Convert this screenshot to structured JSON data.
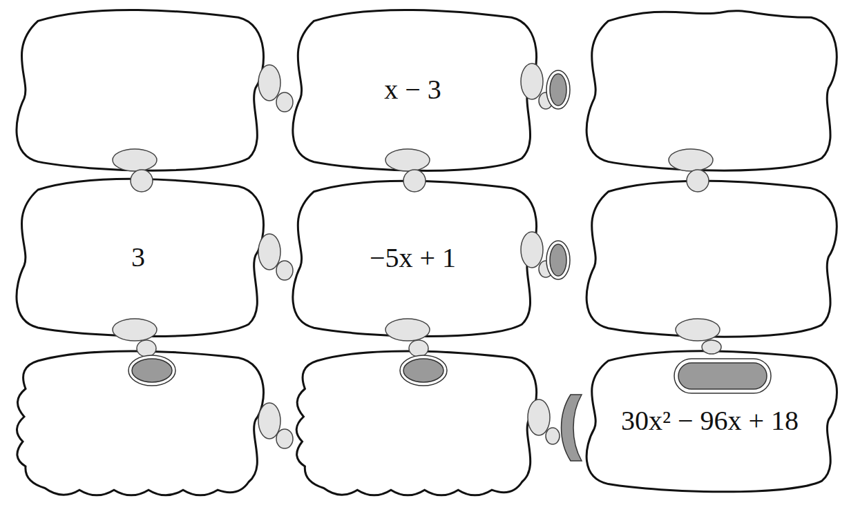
{
  "diagram": {
    "nodes": [
      {
        "text": [
          "x − 3"
        ]
      },
      {
        "text": [
          "3"
        ]
      },
      {
        "text": [
          "−5x + 1"
        ]
      },
      {
        "text": [
          "30x² − 96x + 18"
        ]
      }
    ]
  }
}
